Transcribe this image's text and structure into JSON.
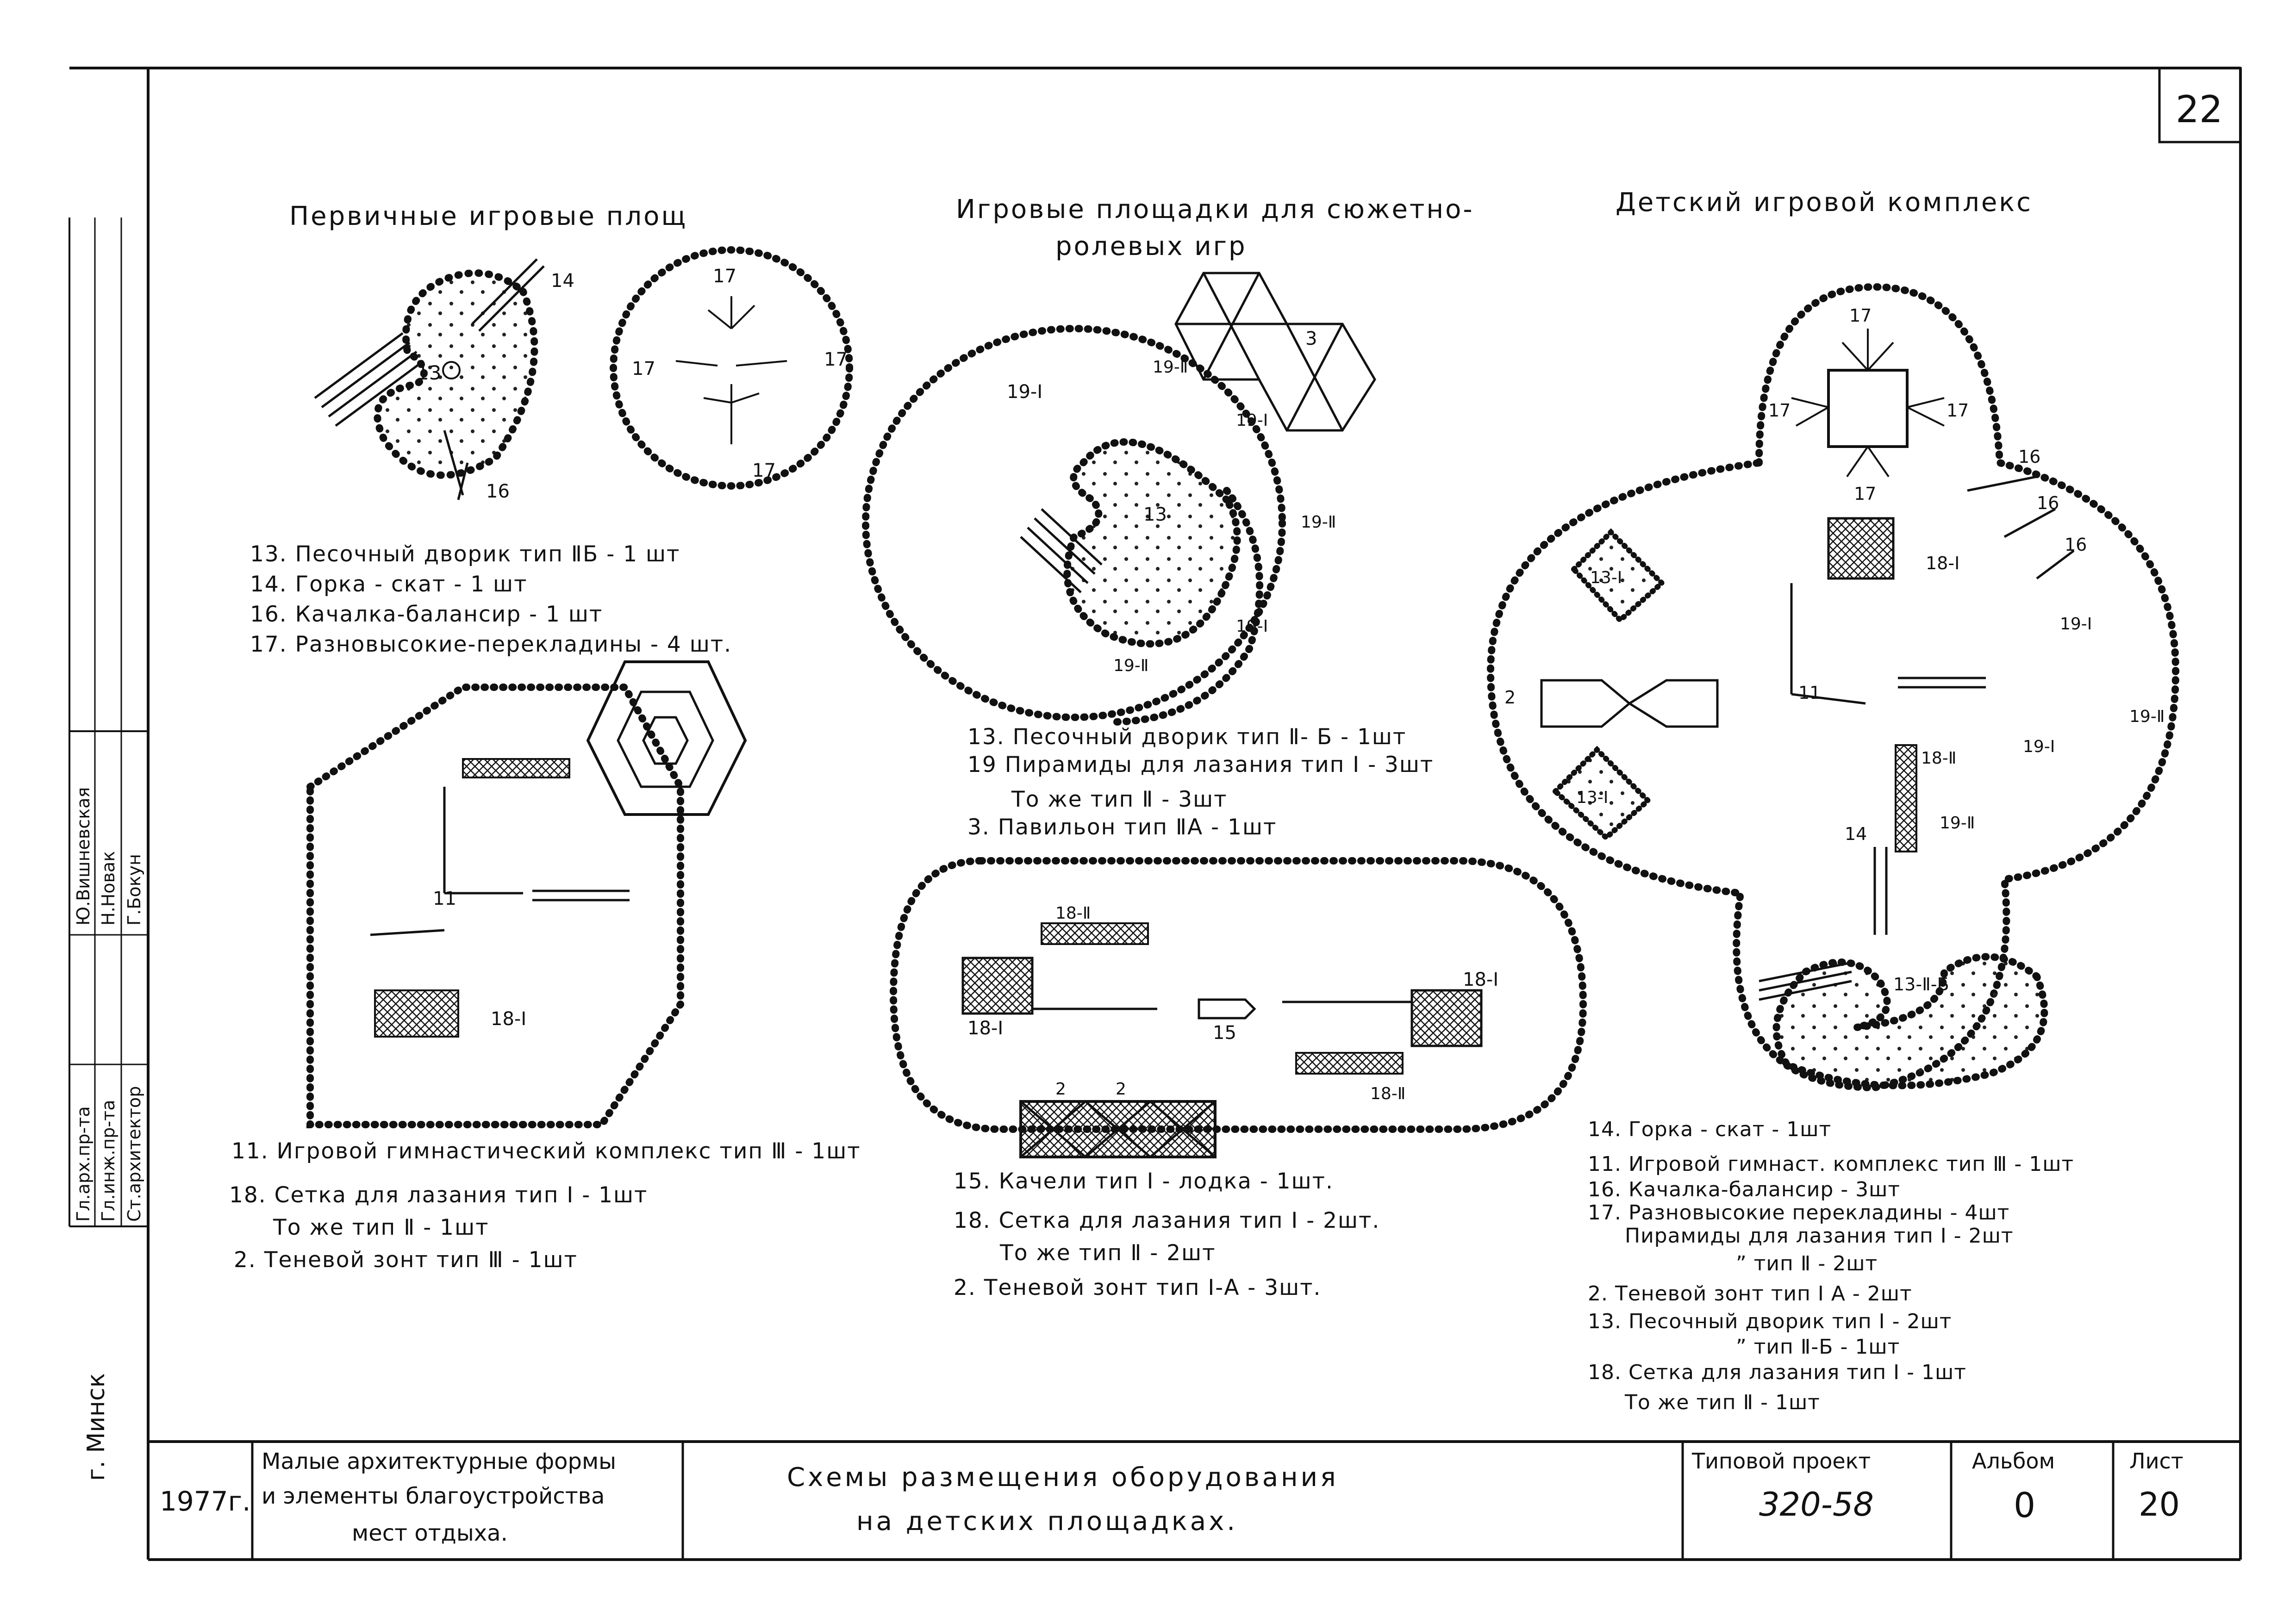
{
  "sheet_number": "22",
  "titles": {
    "primary": "Первичные игровые площ",
    "role_line1": "Игровые площадки для сюжетно-",
    "role_line2": "ролевых   игр",
    "complex": "Детский игровой комплекс"
  },
  "legend_primary": [
    "13. Песочный дворик тип ⅡБ - 1 шт",
    "14. Горка - скат                      - 1 шт",
    "16. Качалка-балансир          - 1 шт",
    "17. Разновысокие-перекладины - 4 шт."
  ],
  "legend_gym": [
    "11. Игровой гимнастический комплекс тип Ⅲ - 1шт",
    "18. Сетка для лазания      тип I  - 1шт",
    "То же                              тип Ⅱ   - 1шт",
    "2. Теневой зонт  тип Ⅲ                  - 1шт"
  ],
  "legend_role": [
    "13. Песочный дворик       тип Ⅱ- Б  - 1шт",
    "19  Пирамиды для лазания тип I - 3шт",
    "То же                                тип Ⅱ - 3шт",
    "3.  Павильон                 тип ⅡА  - 1шт"
  ],
  "legend_boat": [
    "15. Качели тип I - лодка - 1шт.",
    "18. Сетка для лазания тип I - 2шт.",
    "То же                          тип Ⅱ - 2шт",
    "2. Теневой зонт  тип I-А  - 3шт."
  ],
  "legend_complex": [
    "14. Горка - скат                                    - 1шт",
    "11. Игровой гимнаст. комплекс тип Ⅲ - 1шт",
    "16. Качалка-балансир                          - 3шт",
    "17. Разновысокие перекладины           - 4шт",
    "Пирамиды для лазания тип I      - 2шт",
    "”                                 тип Ⅱ     - 2шт",
    "2. Теневой зонт тип I А                        - 2шт",
    "13. Песочный дворик тип I                  - 2шт",
    "”                            тип Ⅱ-Б      - 1шт",
    "18. Сетка для лазания   тип I       - 1шт",
    "То же                                 тип Ⅱ      - 1шт"
  ],
  "labels": {
    "n13": "13",
    "n14": "14",
    "n16": "16",
    "n17": "17",
    "n11": "11",
    "n18_1": "18-I",
    "n18_2": "18-Ⅱ",
    "n19_1": "19-I",
    "n19_2": "19-Ⅱ",
    "n3": "3",
    "n2": "2",
    "n15": "15",
    "n13_1": "13-I",
    "n13_2b": "13-Ⅱ-Б"
  },
  "stamp": {
    "signers": [
      "Гл.арх.пр-та",
      "Гл.инж.пр-та",
      "Ст.архитектор"
    ],
    "names": [
      "Ю.Вишневская",
      "Н.Новак",
      "Г.Бокун"
    ],
    "city": "г. Минск",
    "year": "1977г.",
    "subject_1": "Малые архитектурные формы",
    "subject_2": "и элементы благоустройства",
    "subject_3": "мест отдыха.",
    "title_1": "Схемы  размещения  оборудования",
    "title_2": "на  детских  площадках.",
    "project_label": "Типовой проект",
    "project_value": "320-58",
    "album_label": "Альбом",
    "album_value": "0",
    "sheet_label": "Лист",
    "sheet_value": "20"
  }
}
